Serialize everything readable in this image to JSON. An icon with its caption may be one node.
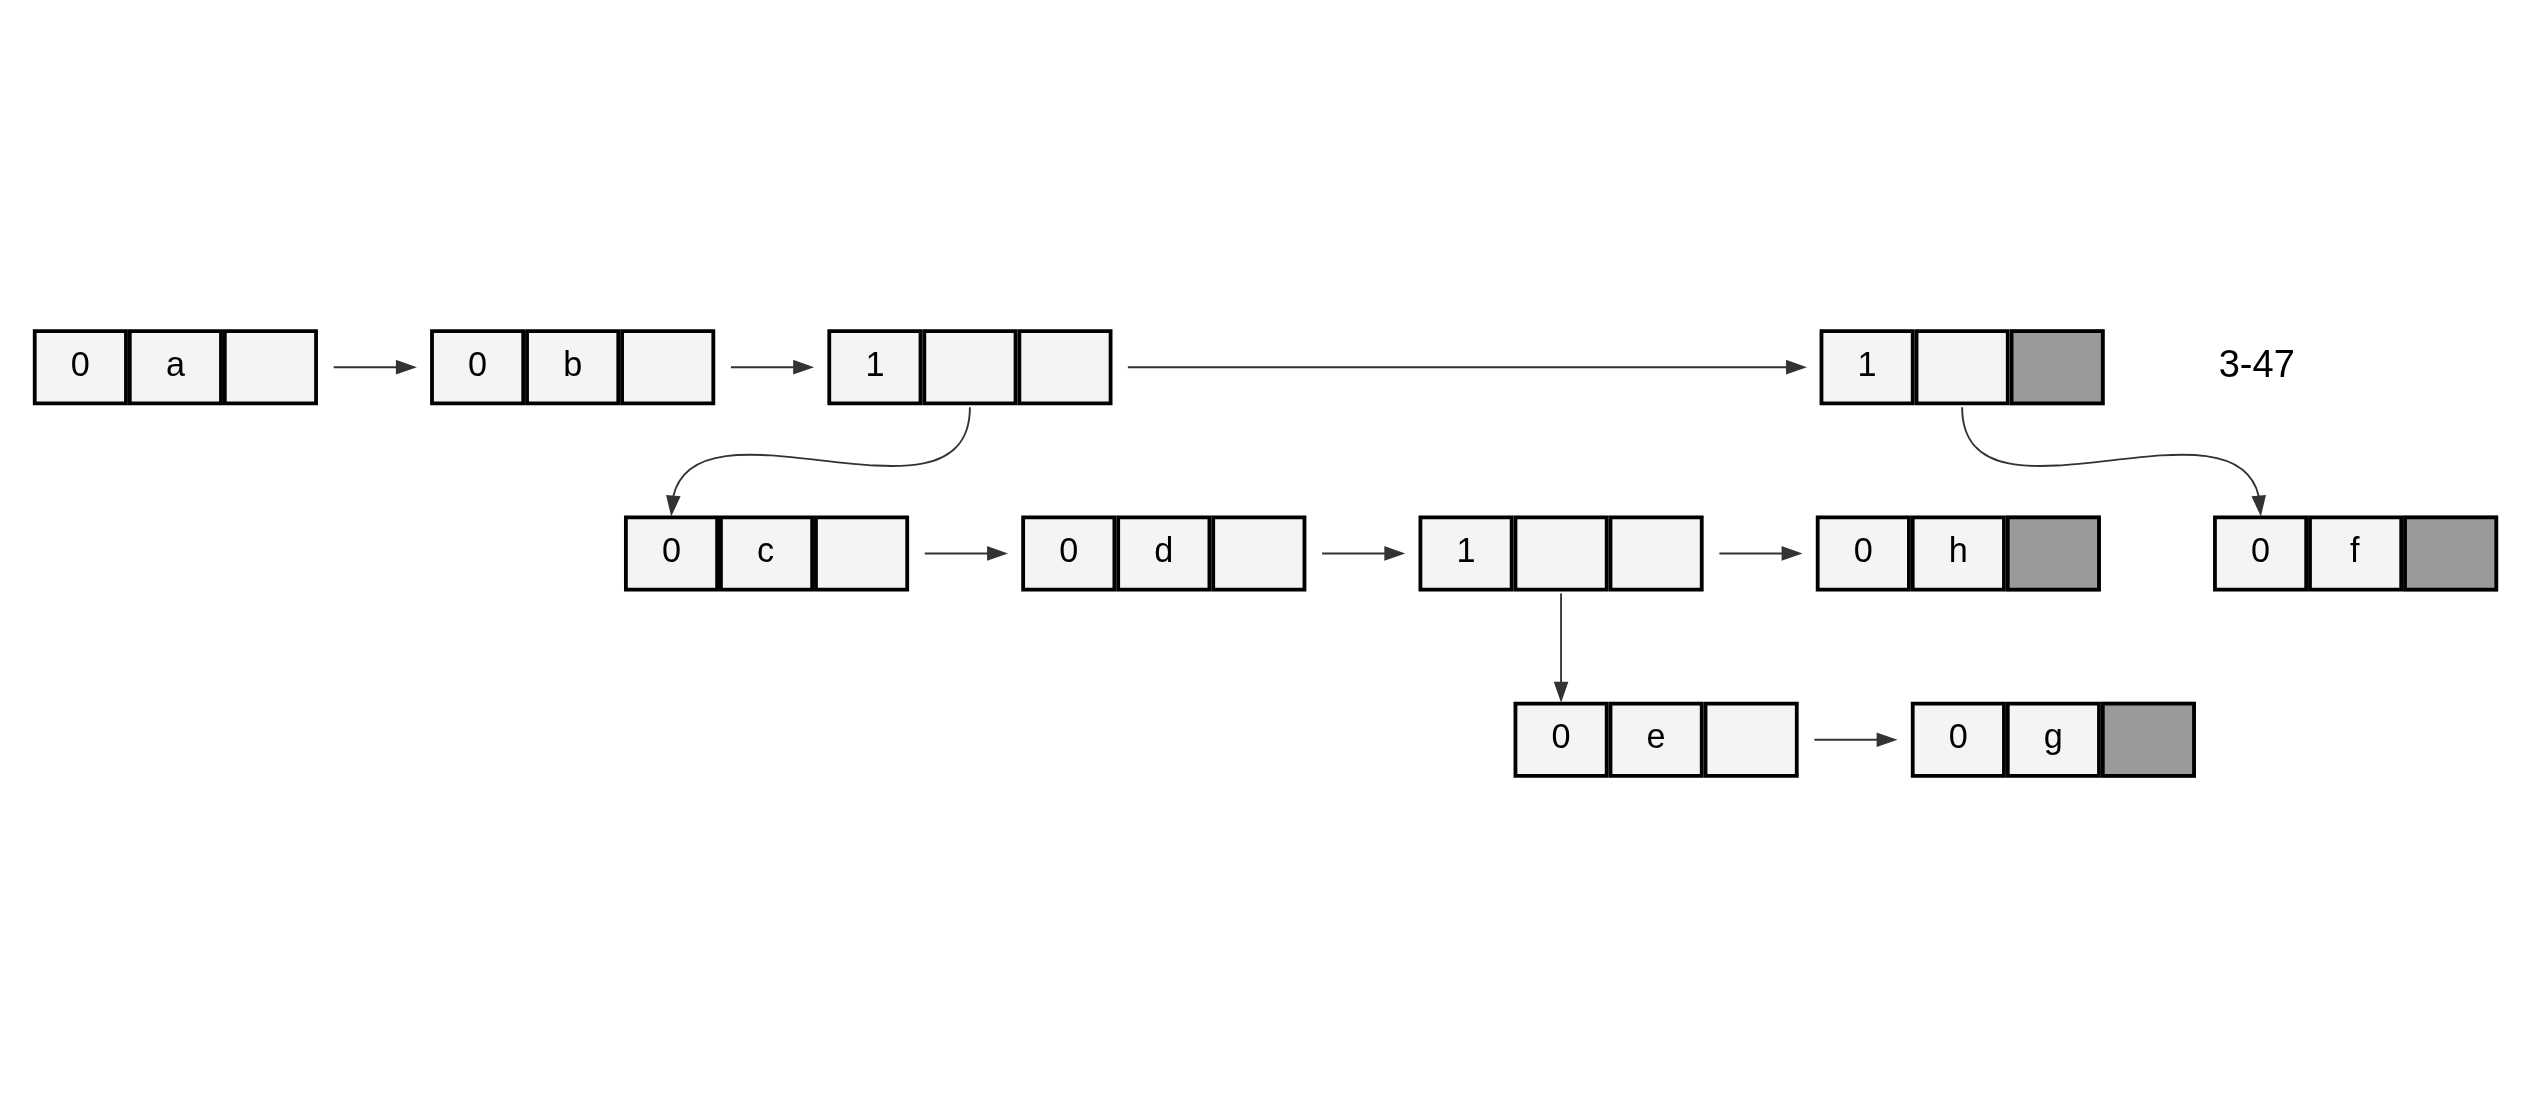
{
  "diagram": {
    "nodes": [
      {
        "text": [
          "0",
          "a"
        ]
      },
      {
        "text": [
          "0",
          "b"
        ]
      },
      {
        "text": [
          "1"
        ]
      },
      {
        "text": [
          "1"
        ]
      },
      {
        "text": [
          "0",
          "f"
        ]
      },
      {
        "text": [
          "0",
          "c"
        ]
      },
      {
        "text": [
          "0",
          "d"
        ]
      },
      {
        "text": [
          "1"
        ]
      },
      {
        "text": [
          "0",
          "h"
        ]
      },
      {
        "text": [
          "0",
          "e"
        ]
      },
      {
        "text": [
          "0",
          "g"
        ]
      }
    ],
    "edges": [
      {
        "from": 0,
        "to": 1,
        "arrow": "to"
      },
      {
        "from": 1,
        "to": 2,
        "arrow": "to"
      },
      {
        "from": 2,
        "to": 3,
        "arrow": "to"
      },
      {
        "from": 3,
        "to": 4,
        "arrow": "to"
      },
      {
        "from": 2,
        "to": 5,
        "arrow": "to"
      },
      {
        "from": 5,
        "to": 6,
        "arrow": "to"
      },
      {
        "from": 6,
        "to": 7,
        "arrow": "to"
      },
      {
        "from": 7,
        "to": 8,
        "arrow": "to"
      },
      {
        "from": 7,
        "to": 9,
        "arrow": "to"
      },
      {
        "from": 9,
        "to": 10,
        "arrow": "to"
      }
    ],
    "labels": [
      "3-47"
    ]
  }
}
